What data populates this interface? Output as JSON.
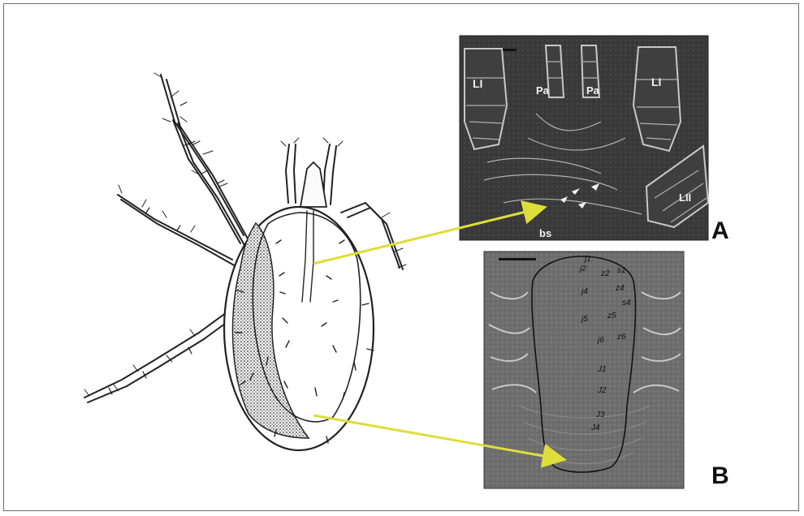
{
  "colors": {
    "arrow": "#dede3a",
    "micrograph_a_bg": "#3c3c3c",
    "micrograph_b_bg": "#6e6e6e",
    "frame": "#6b6b6b"
  },
  "panels": [
    {
      "label": "A",
      "tags": [
        "LI",
        "Pa",
        "Pa",
        "LI",
        "LII",
        "bs"
      ]
    },
    {
      "label": "B",
      "setae": [
        "j1",
        "j2",
        "z2",
        "s1",
        "j4",
        "z4",
        "s4",
        "z5",
        "j5",
        "j6",
        "z6",
        "J1",
        "J2",
        "J3",
        "J4"
      ]
    }
  ]
}
